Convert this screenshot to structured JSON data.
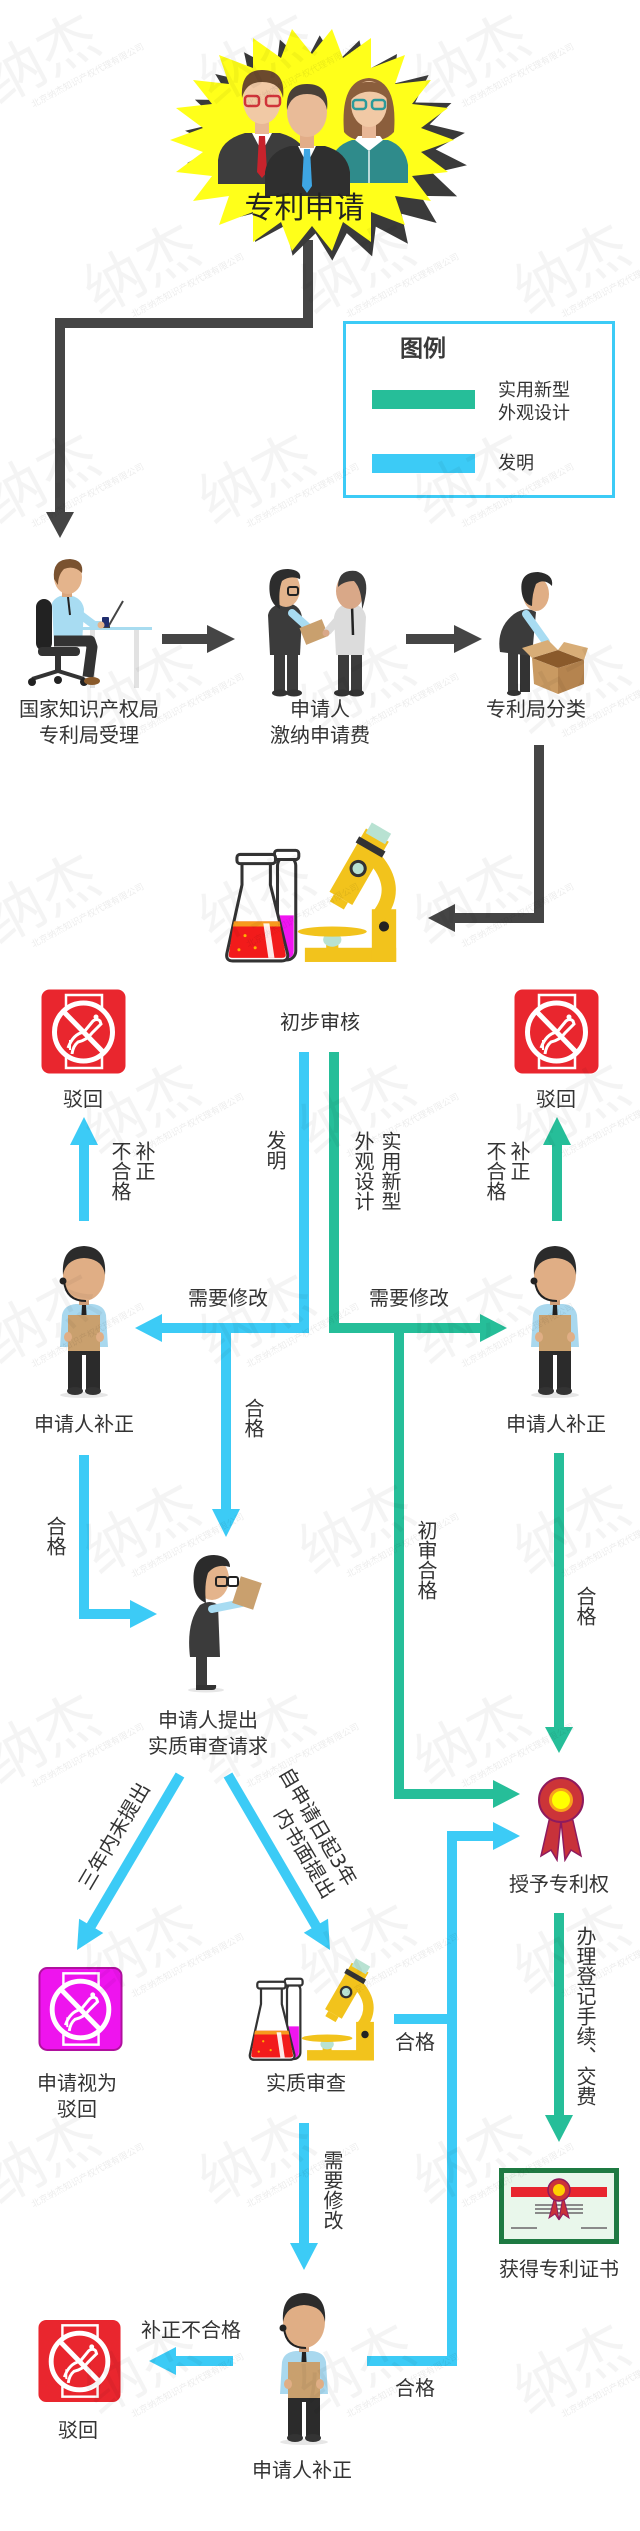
{
  "header": {
    "title": "专利申请",
    "icon": "applicants-group-icon"
  },
  "legend": {
    "title": "图例",
    "items": [
      {
        "label_lines": [
          "实用新型",
          "外观设计"
        ],
        "color": "#26be99"
      },
      {
        "label_lines": [
          "发明"
        ],
        "color": "#3ccbf6"
      }
    ]
  },
  "colors": {
    "invention_blue": "#3ccbf6",
    "utility_design_teal": "#26be99",
    "connector_dark": "#454545",
    "reject_red": "#e9262e",
    "deemed_rejected_magenta": "#ee14ee",
    "starburst_yellow": "#ffff1a",
    "text": "#333333"
  },
  "steps": {
    "cnipa_accept": {
      "lines": [
        "国家知识产权局",
        "专利局受理"
      ],
      "icon": "clerk-at-desk-icon"
    },
    "pay_fee": {
      "lines": [
        "申请人",
        "激纳申请费"
      ],
      "icon": "handover-document-icon"
    },
    "classify": {
      "lines": [
        "专利局分类"
      ],
      "icon": "person-with-box-icon"
    },
    "preliminary_exam": {
      "lines": [
        "初步审核"
      ],
      "icon": "lab-microscope-icon"
    },
    "reject_left": {
      "lines": [
        "驳回"
      ],
      "icon": "reject-sign-icon"
    },
    "reject_right": {
      "lines": [
        "驳回"
      ],
      "icon": "reject-sign-icon"
    },
    "correction_left": {
      "lines": [
        "申请人补正"
      ],
      "icon": "person-headset-icon"
    },
    "correction_right": {
      "lines": [
        "申请人补正"
      ],
      "icon": "person-headset-icon"
    },
    "request_substantive": {
      "lines": [
        "申请人提出",
        "实质审查请求"
      ],
      "icon": "person-reading-icon"
    },
    "grant": {
      "lines": [
        "授予专利权"
      ],
      "icon": "award-ribbon-icon"
    },
    "deemed_withdrawn": {
      "lines": [
        "申请视为",
        "驳回"
      ],
      "icon": "reject-sign-icon"
    },
    "substantive_exam": {
      "lines": [
        "实质审查"
      ],
      "icon": "lab-microscope-icon"
    },
    "certificate": {
      "lines": [
        "获得专利证书"
      ],
      "icon": "certificate-icon"
    },
    "correction_bottom": {
      "lines": [
        "申请人补正"
      ],
      "icon": "person-headset-icon"
    },
    "reject_bottom": {
      "lines": [
        "驳回"
      ],
      "icon": "reject-sign-icon"
    }
  },
  "edge_labels": {
    "invention": "发明",
    "utility_line1": "实用新型",
    "utility_line2": "外观设计",
    "left_fail_a": "补正",
    "left_fail_b": "不合格",
    "right_fail_a": "补正",
    "right_fail_b": "不合格",
    "needs_revision_left": "需要修改",
    "needs_revision_right": "需要修改",
    "pass_center": "合格",
    "pass_left": "合格",
    "prelim_pass": "初审合格",
    "pass_right": "合格",
    "not_filed": "三年内未提出",
    "filed_line1": "自申请日起3年",
    "filed_line2": "内书面提出",
    "pass_substantive": "合格",
    "register_fee": "办理登记手续、交费",
    "needs_revision_bottom": "需要修改",
    "fail_bottom": "补正不合格",
    "pass_bottom": "合格"
  },
  "watermark": {
    "logo": "纳杰",
    "company": "北京纳杰知识产权代理有限公司"
  }
}
